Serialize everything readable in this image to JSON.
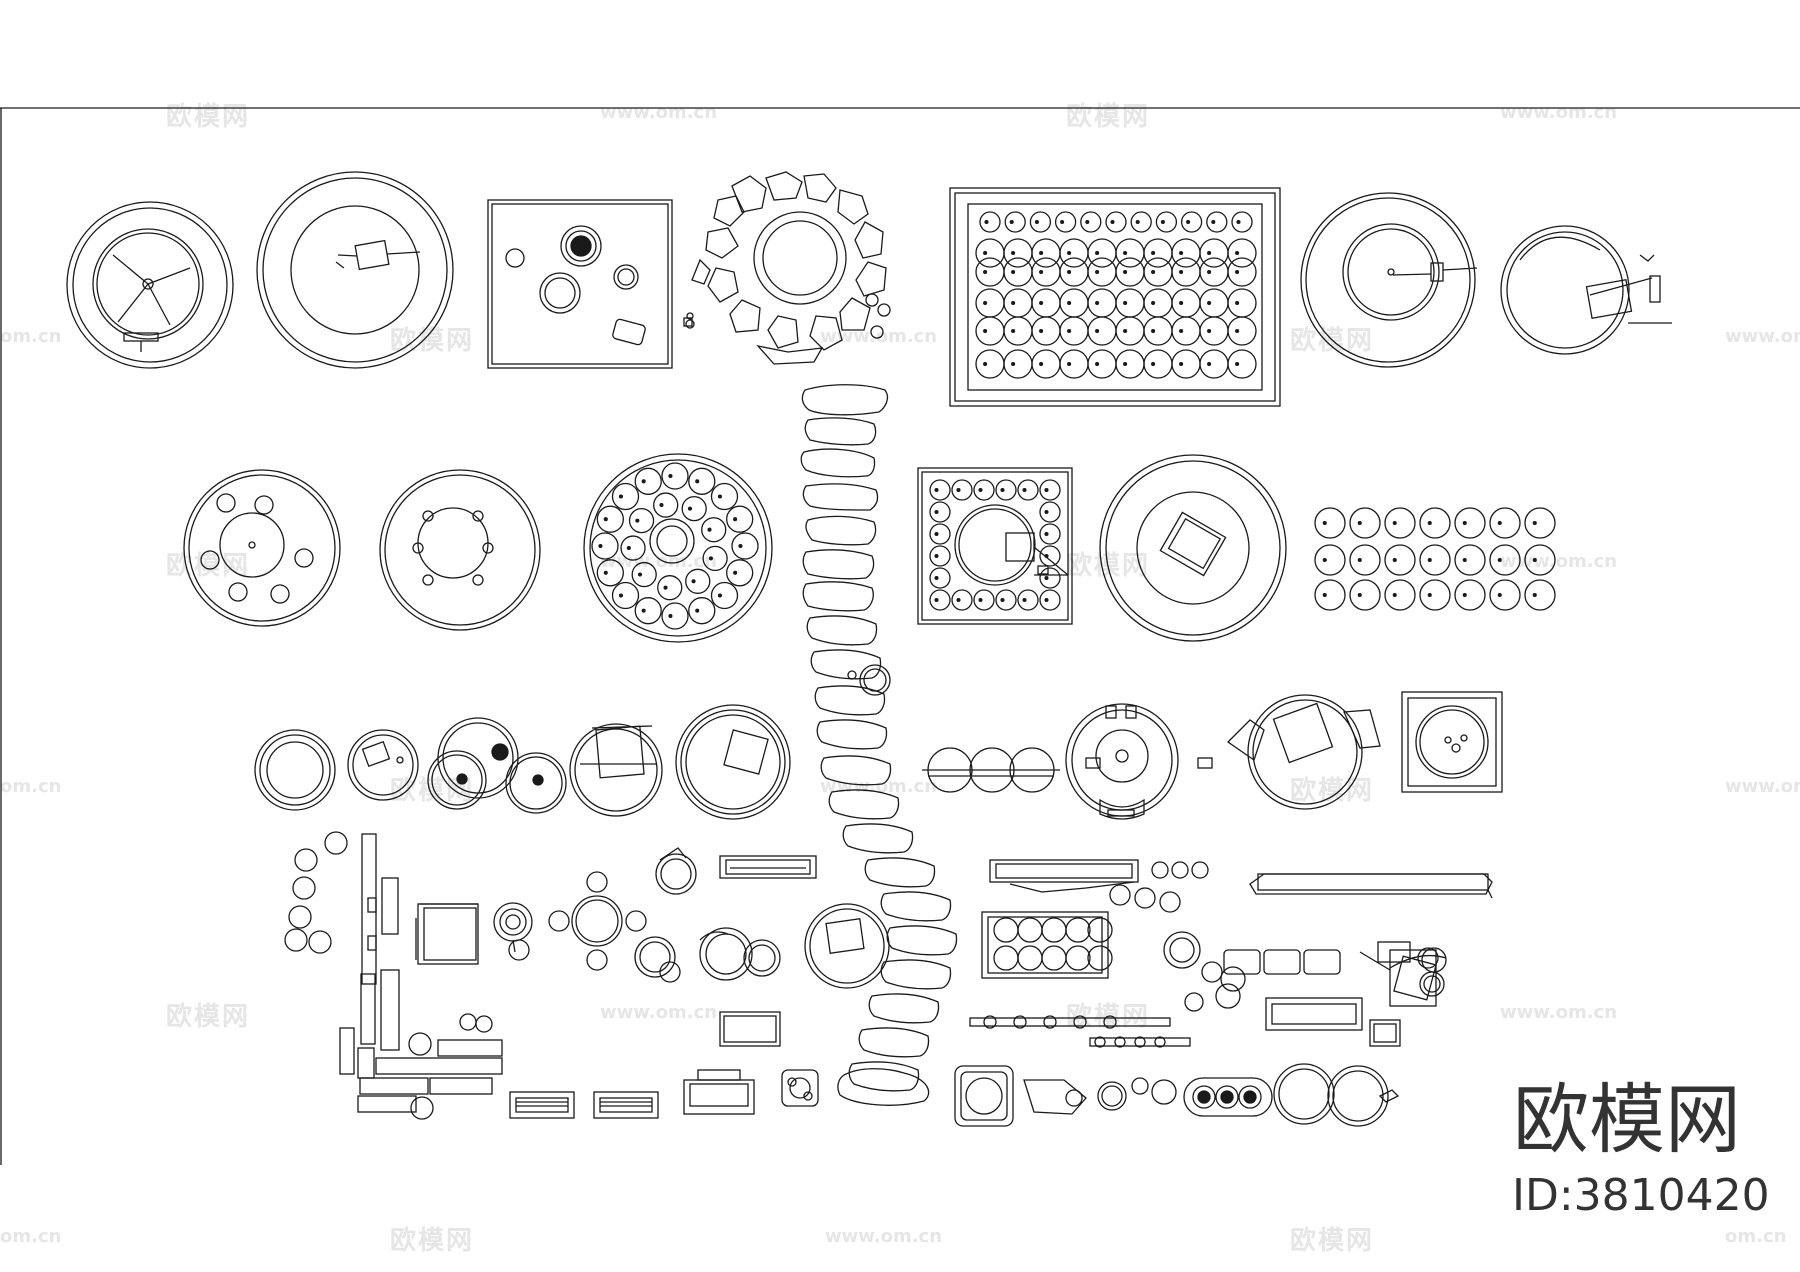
{
  "watermark": {
    "brand_text": "欧模网",
    "url_text": "www.om.cn",
    "url_fragment": "om.cn"
  },
  "branding": {
    "logo_text": "欧模网",
    "id_text": "ID:3810420"
  },
  "colors": {
    "line": "#1a1a1a",
    "background": "#ffffff",
    "watermark": "#e6e6e6"
  }
}
